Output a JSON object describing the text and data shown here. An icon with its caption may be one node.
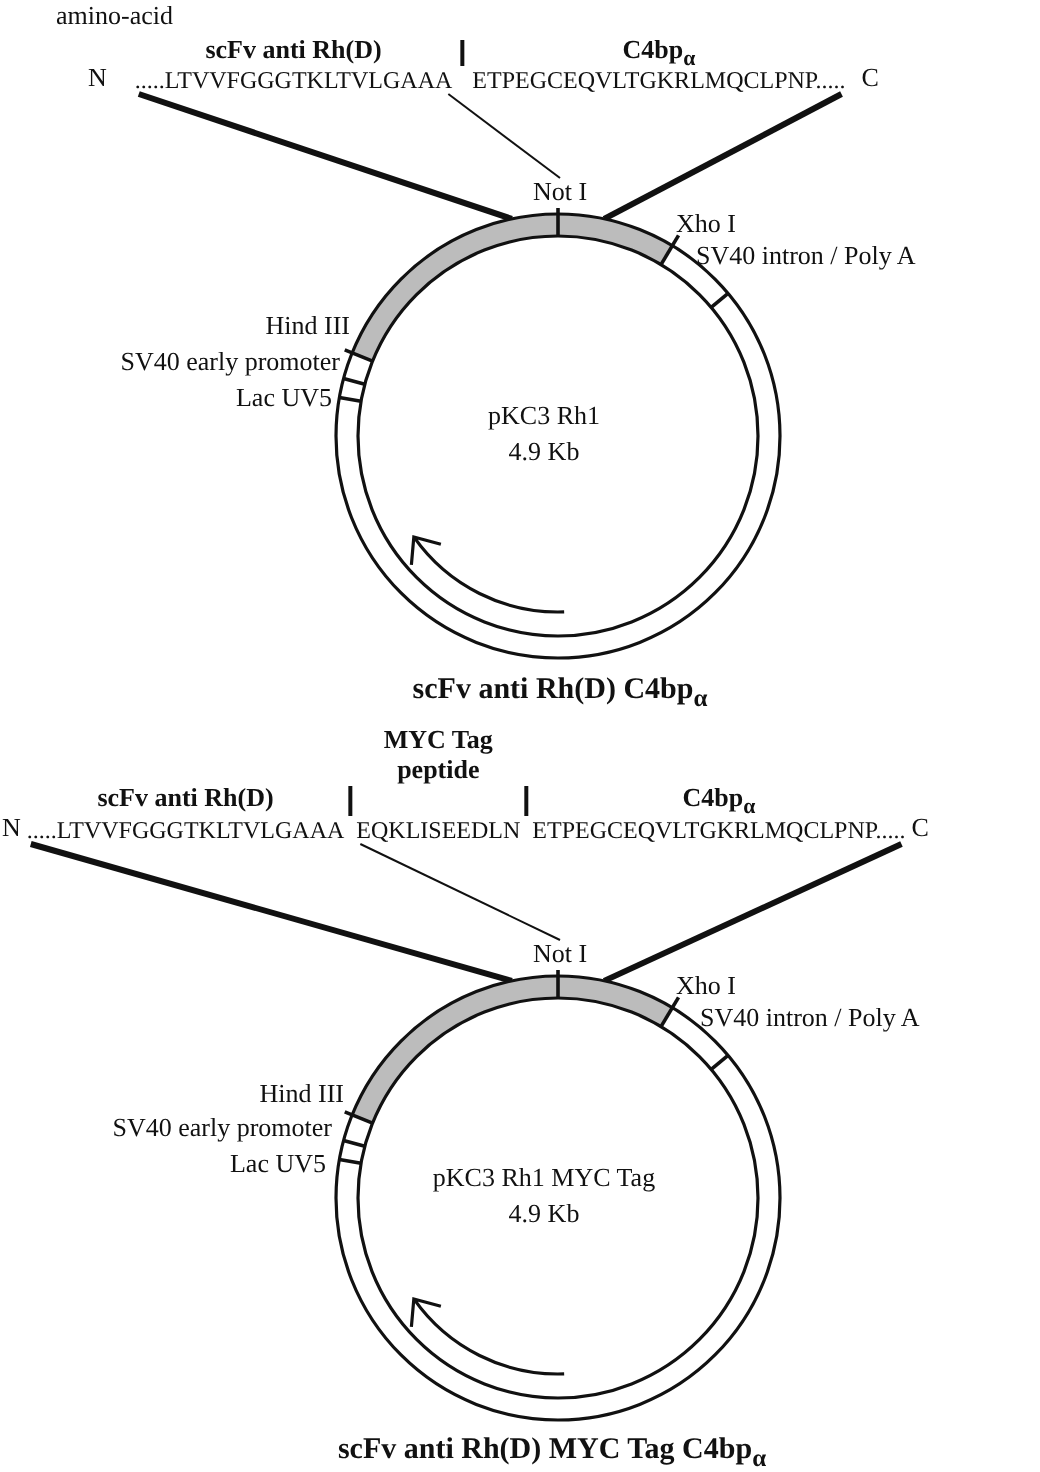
{
  "diagram": {
    "nodes": [
      {
        "text": [
          ".....LTVVFGGGTKLTVLGAAA"
        ]
      },
      {
        "text": [
          "ETPEGCEQVLTGKRLMQCLPNP....."
        ]
      },
      {
        "text": [
          "Not I"
        ]
      },
      {
        "text": [
          "pKC3 Rh1",
          "4.9 Kb"
        ]
      },
      {
        "text": [
          ".....LTVVFGGGTKLTVLGAAA"
        ]
      },
      {
        "text": [
          "EQKLISEEDLN"
        ]
      },
      {
        "text": [
          "ETPEGCEQVLTGKRLMQCLPNP....."
        ]
      },
      {
        "text": [
          "Not I"
        ]
      },
      {
        "text": [
          "pKC3 Rh1 MYC Tag",
          "4.9 Kb"
        ]
      }
    ],
    "edges": [
      {
        "from": 0,
        "to": 3,
        "arrow": "none"
      },
      {
        "from": 1,
        "to": 3,
        "arrow": "none"
      },
      {
        "from": 0,
        "to": 2,
        "arrow": "none"
      },
      {
        "from": 4,
        "to": 8,
        "arrow": "none"
      },
      {
        "from": 6,
        "to": 8,
        "arrow": "none"
      },
      {
        "from": 5,
        "to": 7,
        "arrow": "none"
      }
    ],
    "labels": [
      "amino-acid",
      "scFv anti Rh(D)",
      "C4bp$_{α}$",
      "N",
      "C",
      "Xho I",
      "SV40 intron / Poly A",
      "Hind III",
      "SV40 early promoter",
      "Lac UV5",
      "scFv anti Rh(D) C4bp$_{α}$",
      "scFv anti Rh(D)",
      "MYC Tag peptide",
      "C4bp$_{α}$",
      "N",
      "C",
      "Xho I",
      "SV40 intron / Poly A",
      "Hind III",
      "SV40 early promoter",
      "Lac UV5",
      "scFv anti Rh(D) MYC Tag C4bp$_{α}$"
    ]
  }
}
